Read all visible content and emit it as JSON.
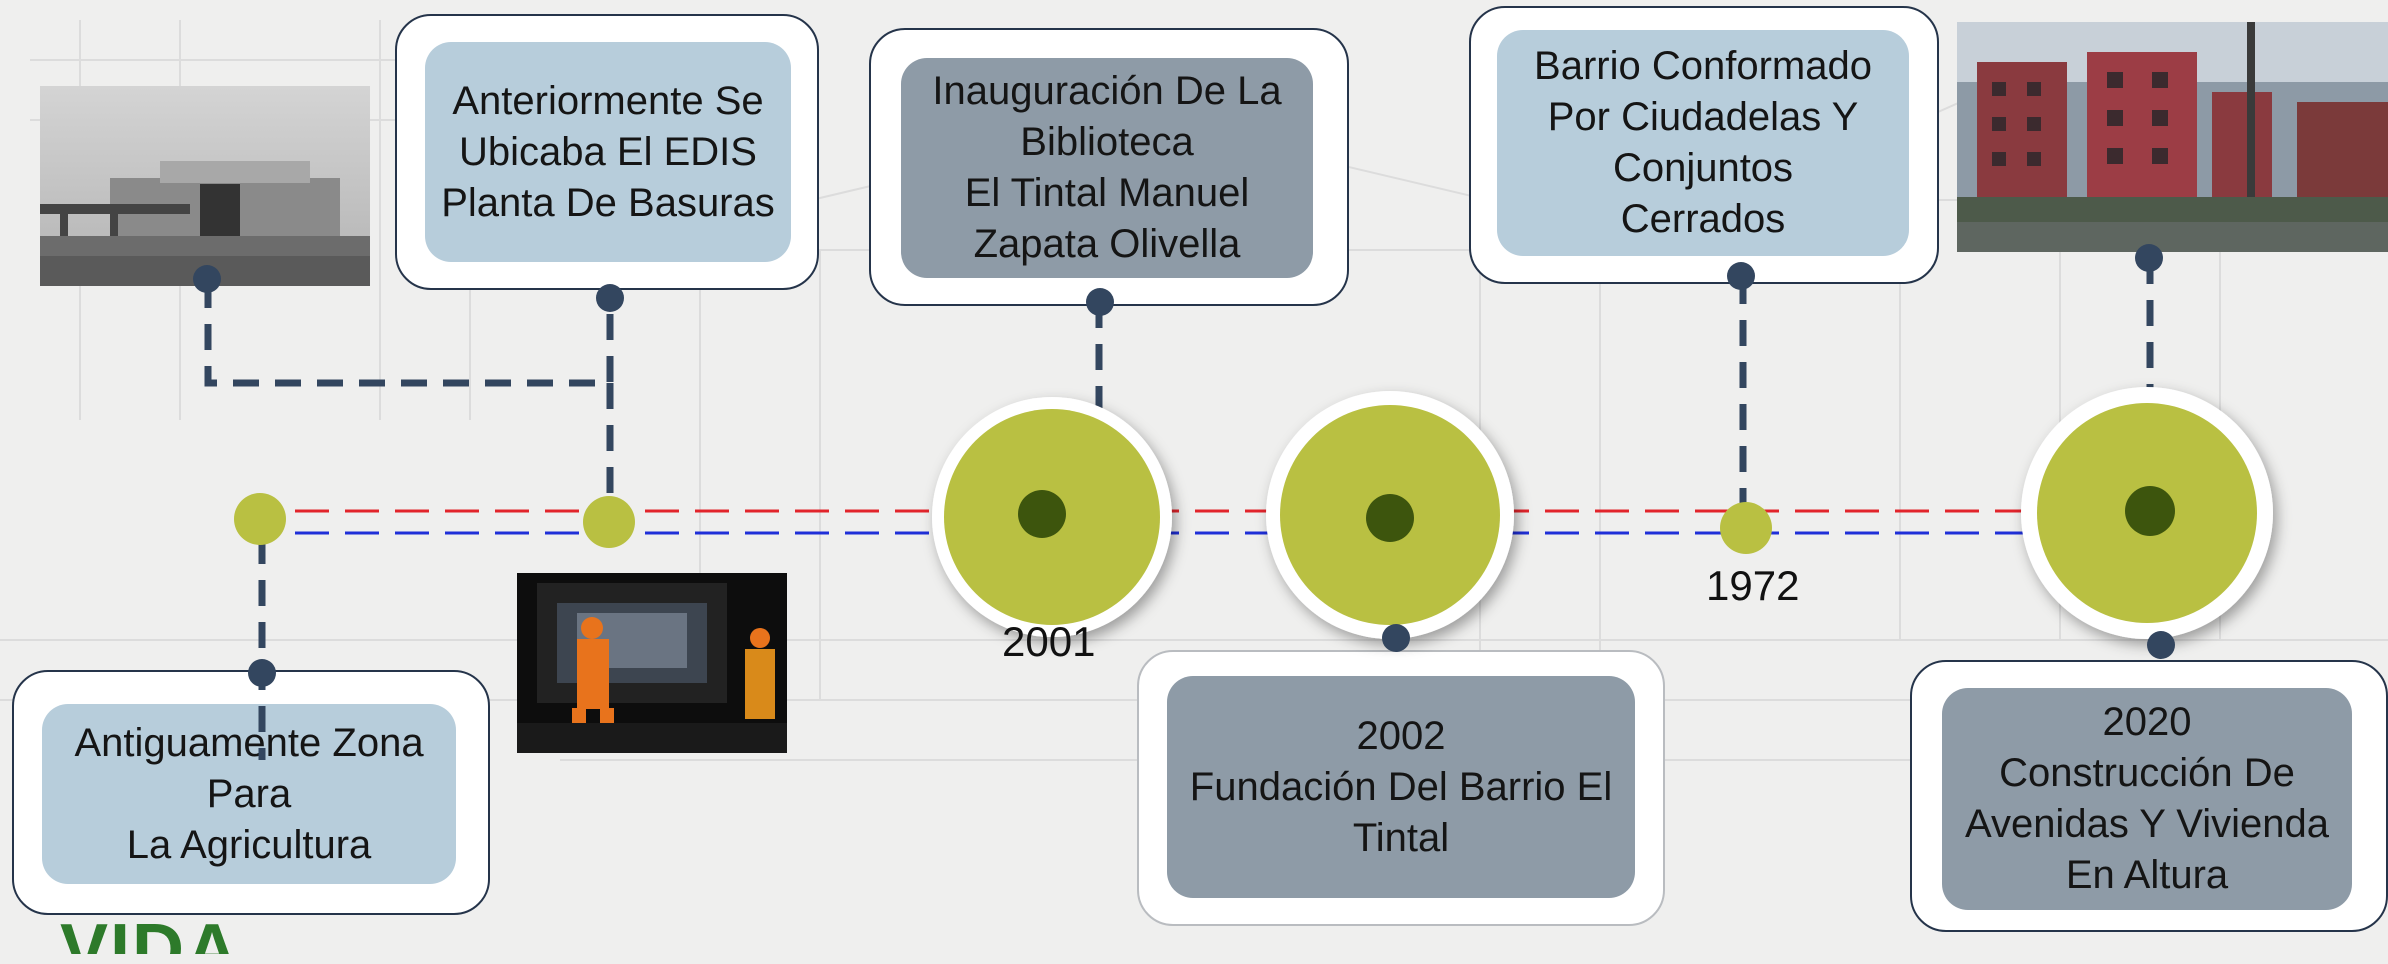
{
  "colors": {
    "olive": "#b9c042",
    "olive_dark": "#3e5510",
    "navy": "#33465f",
    "red_line": "#e2242b",
    "blue_line": "#1f2fd8",
    "card_blue": "#b7cddb",
    "card_grey": "#8e9ba7"
  },
  "events": {
    "agricultura": {
      "lines": [
        "Antiguamente Zona",
        "Para",
        "La Agricultura"
      ]
    },
    "edis": {
      "lines": [
        "Anteriormente Se",
        "Ubicaba El EDIS",
        "Planta De Basuras"
      ]
    },
    "biblioteca": {
      "lines": [
        "Inauguración De La",
        "Biblioteca",
        "El Tintal Manuel",
        "Zapata Olivella"
      ]
    },
    "fundacion": {
      "lines": [
        "2002",
        "Fundación Del Barrio El",
        "Tintal"
      ]
    },
    "ciudadelas": {
      "lines": [
        "Barrio Conformado",
        "Por Ciudadelas Y",
        "Conjuntos",
        "Cerrados"
      ]
    },
    "avenidas": {
      "lines": [
        "2020",
        "Construcción De",
        "Avenidas Y Vivienda",
        "En Altura"
      ]
    }
  },
  "years": {
    "y2001": "2001",
    "y1972": "1972"
  },
  "photos": [
    {
      "name": "old-building-photo",
      "description_icon": "photo-icon"
    },
    {
      "name": "garbage-truck-photo",
      "description_icon": "photo-icon"
    },
    {
      "name": "apartment-buildings-photo",
      "description_icon": "photo-icon"
    }
  ],
  "logo": {
    "text": "VIDA"
  }
}
